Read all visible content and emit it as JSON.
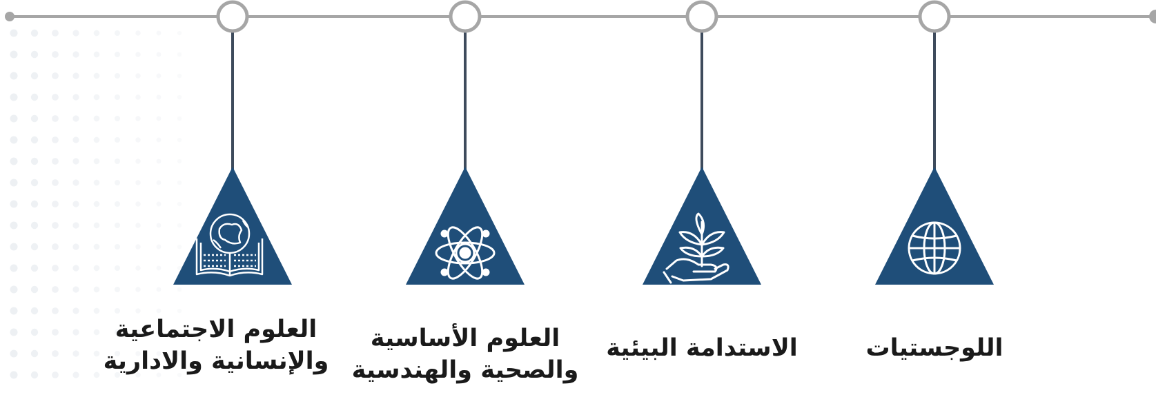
{
  "colors": {
    "line": "#a6a6a6",
    "stem": "#3e4b5c",
    "triangle": "#1f4e79",
    "icon": "#ffffff",
    "text": "#1a1a1a"
  },
  "items": [
    {
      "icon": "globe-icon",
      "lines": [
        "اللوجستيات"
      ]
    },
    {
      "icon": "plant-in-hand-icon",
      "lines": [
        "الاستدامة البيئية"
      ]
    },
    {
      "icon": "atom-icon",
      "lines": [
        "العلوم الأساسية",
        "والصحية والهندسية"
      ]
    },
    {
      "icon": "map-on-book-icon",
      "lines": [
        "العلوم الاجتماعية",
        "والإنسانية والادارية"
      ]
    }
  ]
}
